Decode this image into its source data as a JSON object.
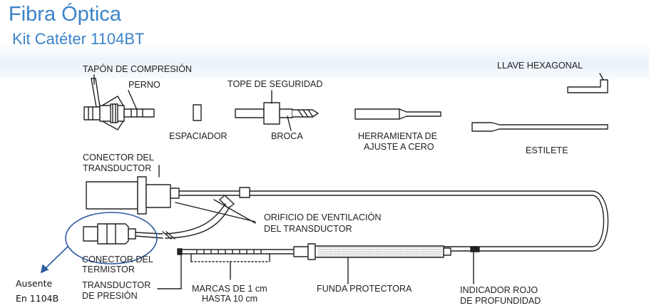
{
  "header": {
    "title": "Fibra Óptica",
    "subtitle": "Kit Catéter 1104BT"
  },
  "components": {
    "compression_cap": "TAPÓN DE COMPRESIÓN",
    "bolt": "PERNO",
    "safety_stop": "TOPE DE SEGURIDAD",
    "hex_key": "LLAVE HEXAGONAL",
    "spacer": "ESPACIADOR",
    "drill": "BROCA",
    "zero_tool_line1": "HERRAMIENTA DE",
    "zero_tool_line2": "AJUSTE A CERO",
    "stylet": "ESTILETE",
    "transducer_connector_line1": "CONECTOR DEL",
    "transducer_connector_line2": "TRANSDUCTOR",
    "vent_hole_line1": "ORIFICIO DE VENTILACIÓN",
    "vent_hole_line2": "DEL TRANSDUCTOR",
    "thermistor_connector_line1": "CONECTOR DEL",
    "thermistor_connector_line2": "TERMISTOR",
    "pressure_transducer_line1": "TRANSDUCTOR",
    "pressure_transducer_line2": "DE PRESIÓN",
    "marks_line1": "MARCAS DE 1 cm",
    "marks_line2": "HASTA 10 cm",
    "protective_sheath": "FUNDA PROTECTORA",
    "depth_indicator_line1": "INDICADOR ROJO",
    "depth_indicator_line2": "DE PROFUNDIDAD"
  },
  "annotation": {
    "line1": "Ausente",
    "line2": "En 1104B",
    "circle_color": "#2e5c9e"
  },
  "colors": {
    "title": "#3b83c8",
    "line": "#222222"
  }
}
